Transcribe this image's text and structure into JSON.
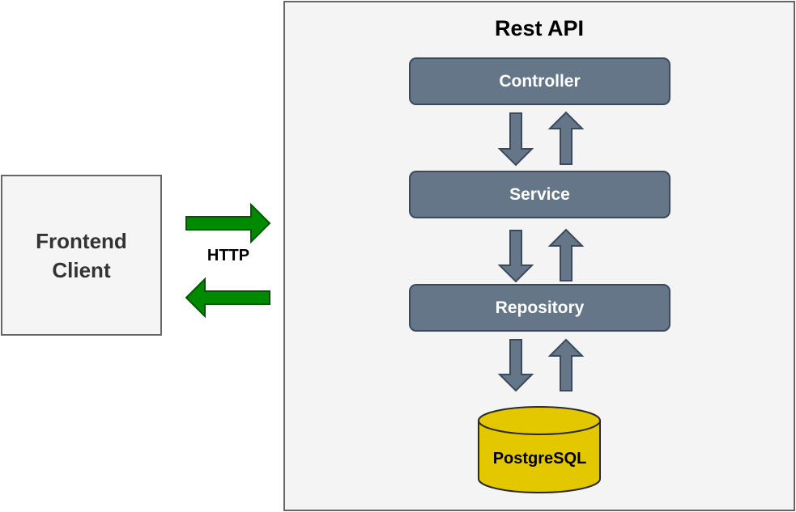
{
  "client": {
    "label": "Frontend\nClient"
  },
  "connection": {
    "label": "HTTP"
  },
  "api": {
    "title": "Rest API",
    "layers": [
      "Controller",
      "Service",
      "Repository"
    ]
  },
  "database": {
    "label": "PostgreSQL"
  },
  "colors": {
    "layer_fill": "#647687",
    "arrow_fill": "#647687",
    "http_arrow_fill": "#008a00",
    "db_fill": "#e3c800"
  }
}
